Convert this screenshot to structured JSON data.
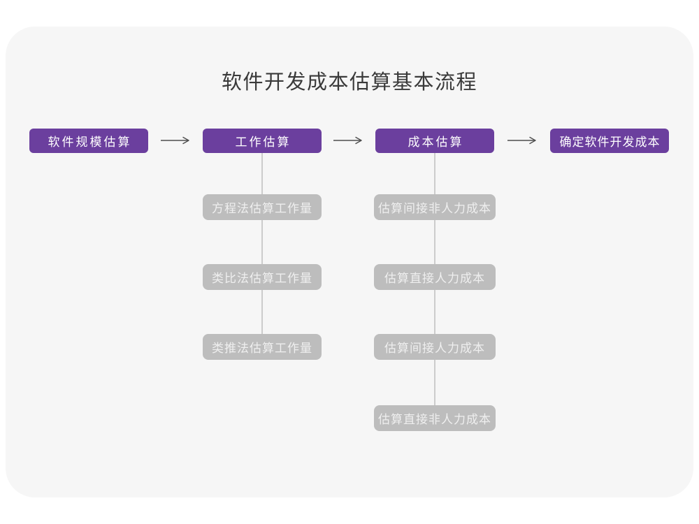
{
  "title": "软件开发成本估算基本流程",
  "colors": {
    "page_bg": "#FFFFFF",
    "card_bg": "#F6F6F6",
    "stage_bg": "#6B3F9E",
    "stage_text": "#FFFFFF",
    "substep_bg": "#BDBDBD",
    "substep_text": "#EFEFEF",
    "connector_line": "#CCCCCC",
    "arrow": "#4D4D4D",
    "title_text": "#3A3A3A"
  },
  "icons": {
    "arrow_right": "⟶"
  },
  "flow": {
    "stages": [
      {
        "label": "软件规模估算"
      },
      {
        "label": "工作估算",
        "substeps": [
          "方程法估算工作量",
          "类比法估算工作量",
          "类推法估算工作量"
        ]
      },
      {
        "label": "成本估算",
        "substeps": [
          "估算间接非人力成本",
          "估算直接人力成本",
          "估算间接人力成本",
          "估算直接非人力成本"
        ]
      },
      {
        "label": "确定软件开发成本"
      }
    ]
  }
}
